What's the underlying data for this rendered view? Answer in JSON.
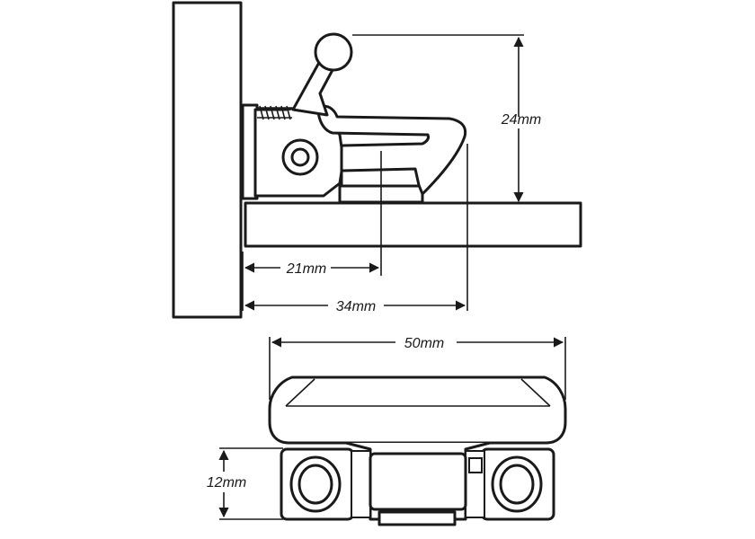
{
  "colors": {
    "line": "#1a1a1a",
    "background": "#ffffff"
  },
  "dimensions": {
    "height_top": "24mm",
    "offset_short": "21mm",
    "offset_long": "34mm",
    "width_total": "50mm",
    "height_bottom": "12mm"
  }
}
